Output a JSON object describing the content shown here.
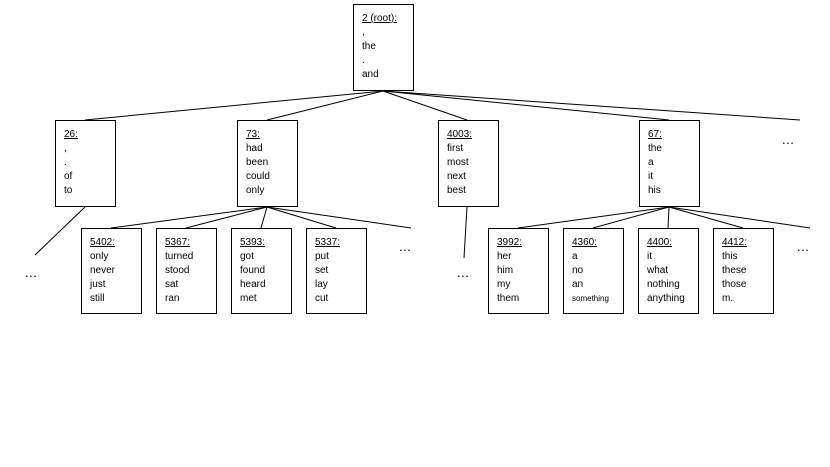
{
  "ellipsis_text": "...",
  "nodes": {
    "root": {
      "id": "2 (root):",
      "words": [
        ",",
        "the",
        ".",
        "and"
      ]
    },
    "n26": {
      "id": "26:",
      "words": [
        ",",
        ".",
        "of",
        "to"
      ]
    },
    "n73": {
      "id": "73:",
      "words": [
        "had",
        "been",
        "could",
        "only"
      ]
    },
    "n4003": {
      "id": "4003:",
      "words": [
        "first",
        "most",
        "next",
        "best"
      ]
    },
    "n67": {
      "id": "67:",
      "words": [
        "the",
        "a",
        "it",
        "his"
      ]
    },
    "n5402": {
      "id": "5402:",
      "words": [
        "only",
        "never",
        "just",
        "still"
      ]
    },
    "n5367": {
      "id": "5367:",
      "words": [
        "turned",
        "stood",
        "sat",
        "ran"
      ]
    },
    "n5393": {
      "id": "5393:",
      "words": [
        "got",
        "found",
        "heard",
        "met"
      ]
    },
    "n5337": {
      "id": "5337:",
      "words": [
        "put",
        "set",
        "lay",
        "cut"
      ]
    },
    "n3992": {
      "id": "3992:",
      "words": [
        "her",
        "him",
        "my",
        "them"
      ]
    },
    "n4360": {
      "id": "4360:",
      "words": [
        "a",
        "no",
        "an",
        "something"
      ]
    },
    "n4400": {
      "id": "4400:",
      "words": [
        "it",
        "what",
        "nothing",
        "anything"
      ]
    },
    "n4412": {
      "id": "4412:",
      "words": [
        "this",
        "these",
        "those",
        "m."
      ]
    }
  }
}
